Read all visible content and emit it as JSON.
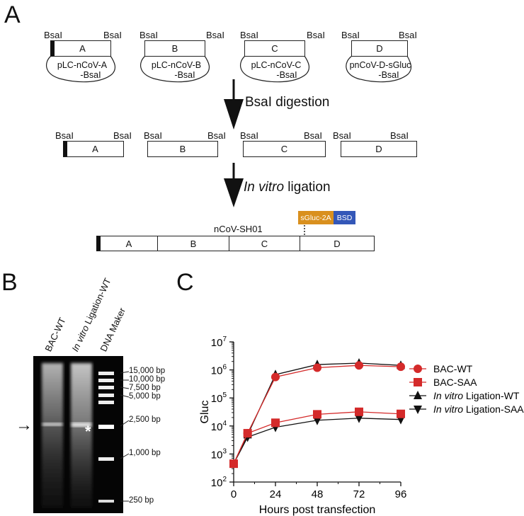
{
  "panels": {
    "a": "A",
    "b": "B",
    "c": "C"
  },
  "panel_a": {
    "site": "BsaI",
    "fragments": [
      "A",
      "B",
      "C",
      "D"
    ],
    "plasmids": [
      {
        "line1": "pLC-nCoV-A",
        "line2": "-BsaI"
      },
      {
        "line1": "pLC-nCoV-B",
        "line2": "-BsaI"
      },
      {
        "line1": "pLC-nCoV-C",
        "line2": "-BsaI"
      },
      {
        "line1": "pnCoV-D-sGluc",
        "line2": "-BsaI"
      }
    ],
    "step1": "BsaI digestion",
    "step2_italic": "In vitro",
    "step2_rest": " ligation",
    "construct": "nCoV-SH01",
    "tag1": "sGluc-2A",
    "tag2": "BSD",
    "colors": {
      "tag1": "#d9901e",
      "tag2": "#3457b8"
    }
  },
  "panel_b": {
    "lanes": [
      "BAC-WT",
      "In vitro Ligation-WT",
      "DNA Maker"
    ],
    "lane2_italic": "In vitro",
    "lane2_rest": " Ligation-WT",
    "ladder": [
      "15,000 bp",
      "10,000 bp",
      "7,500 bp",
      "5,000 bp",
      "2,500 bp",
      "1,000 bp",
      "250 bp"
    ],
    "arrow": "→",
    "star": "*"
  },
  "chart_data": {
    "type": "line",
    "ylabel": "Gluc",
    "xlabel": "Hours post transfection",
    "log_y": true,
    "ylim_exp": [
      2,
      7
    ],
    "y_ticks": [
      "10^2",
      "10^3",
      "10^4",
      "10^5",
      "10^6",
      "10^7"
    ],
    "x_ticks": [
      0,
      24,
      48,
      72,
      96
    ],
    "xlim": [
      0,
      96
    ],
    "x": [
      0,
      8,
      24,
      48,
      72,
      96
    ],
    "legend_position": "right",
    "series": [
      {
        "name": "BAC-WT",
        "italic": "",
        "rest": "BAC-WT",
        "marker": "circle",
        "color": "#d42a2a",
        "values": [
          450,
          5500,
          560000,
          1200000,
          1450000,
          1300000
        ]
      },
      {
        "name": "BAC-SAA",
        "italic": "",
        "rest": "BAC-SAA",
        "marker": "square",
        "color": "#d42a2a",
        "values": [
          450,
          5500,
          13000,
          26000,
          32000,
          27000
        ]
      },
      {
        "name": "In vitro Ligation-WT",
        "italic": "In vitro",
        "rest": " Ligation-WT",
        "marker": "triangle-up",
        "color": "#111111",
        "values": [
          450,
          4800,
          680000,
          1550000,
          1750000,
          1450000
        ]
      },
      {
        "name": "In vitro Ligation-SAA",
        "italic": "In vitro",
        "rest": " Ligation-SAA",
        "marker": "triangle-down",
        "color": "#111111",
        "values": [
          450,
          4000,
          9000,
          16000,
          19000,
          17000
        ]
      }
    ]
  }
}
